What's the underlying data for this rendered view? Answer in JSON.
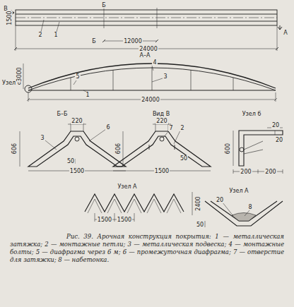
{
  "diagram": {
    "caption": "Рис. 39. Арочная конструкция покрытия: 1 — металлическая затяжка; 2 — монтажные петли; 3 — металлическая подвеска; 4 — монтажные болты; 5 — диафрагма через 6 м; 6 — промежуточная диафрагма; 7 — отверстие для затяжки; 8 — набетонка.",
    "labels": [
      "Б",
      "В",
      "1500",
      "2",
      "1",
      "А",
      "Б",
      "12000",
      "24000",
      "А–А",
      "Узел б",
      "3000",
      "4",
      "3",
      "5",
      "1",
      "24000",
      "Б–Б",
      "220",
      "6",
      "606",
      "50",
      "1500",
      "3",
      "Вид В",
      "220",
      "7",
      "2",
      "606",
      "50",
      "1500",
      "Узел б",
      "20",
      "20",
      "600",
      "200",
      "200",
      "Узел А",
      "2400",
      "1500",
      "1500",
      "Узел А",
      "20",
      "8",
      "50"
    ]
  }
}
